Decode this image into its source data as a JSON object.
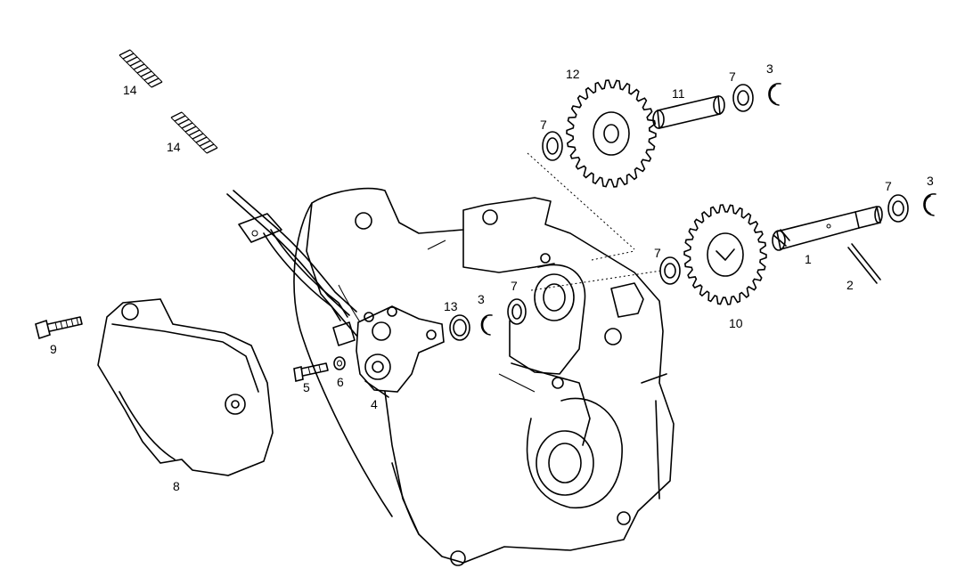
{
  "callouts": {
    "p1": "1",
    "p2": "2",
    "p3a": "3",
    "p3b": "3",
    "p3c": "3",
    "p4": "4",
    "p5": "5",
    "p6": "6",
    "p7a": "7",
    "p7b": "7",
    "p7c": "7",
    "p7d": "7",
    "p7e": "7",
    "p8": "8",
    "p9": "9",
    "p10": "10",
    "p11": "11",
    "p12": "12",
    "p13": "13",
    "p14a": "14",
    "p14b": "14"
  }
}
